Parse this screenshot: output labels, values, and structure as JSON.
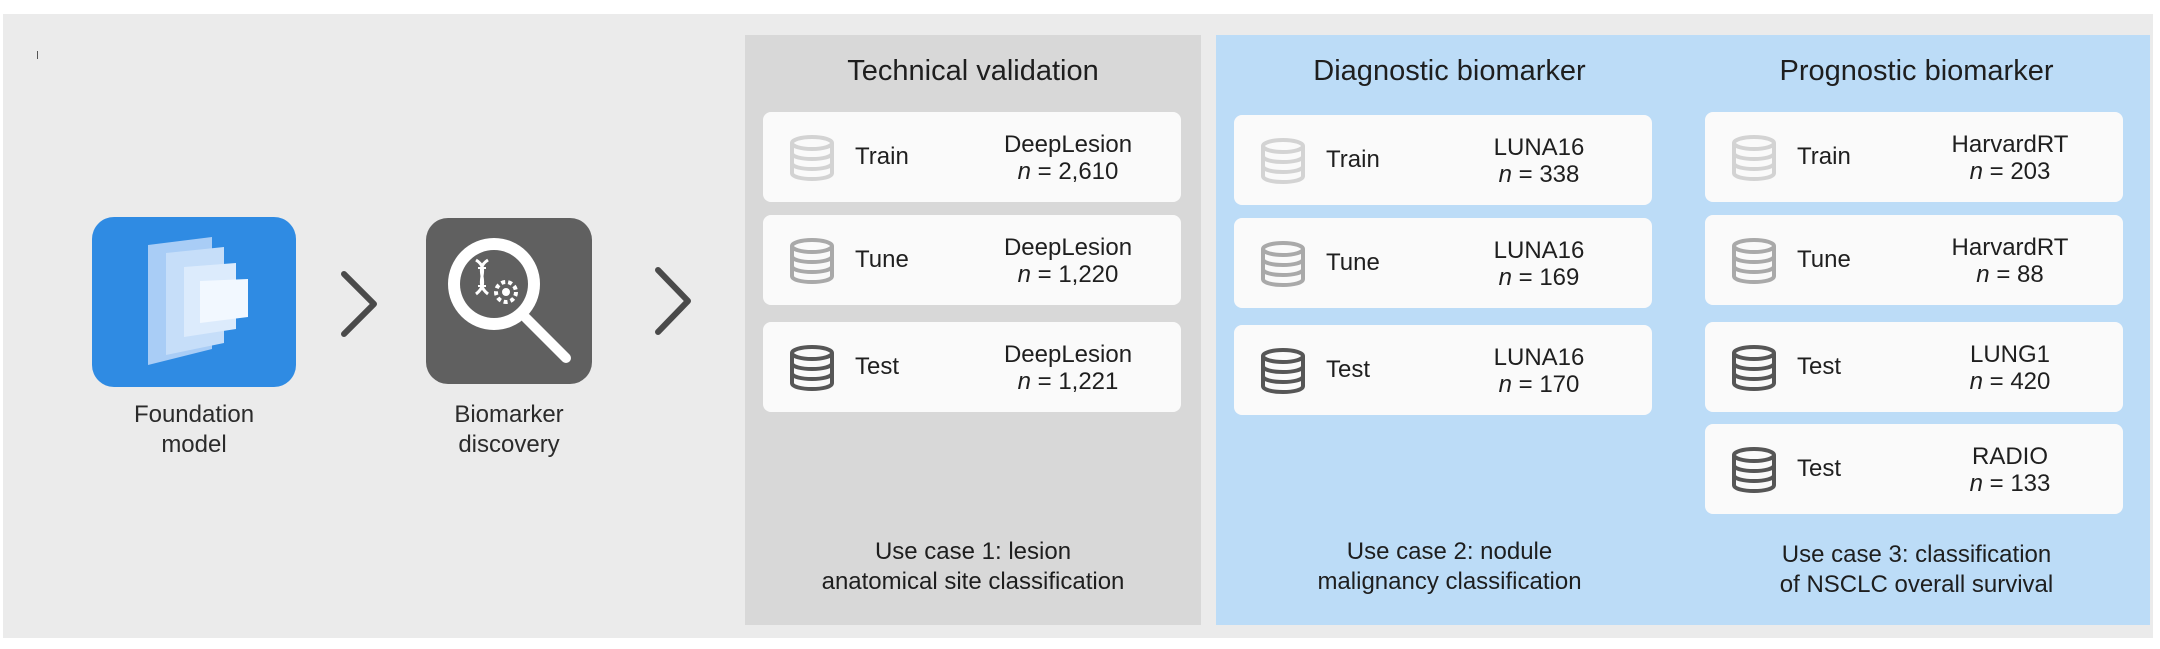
{
  "pipeline": {
    "foundation_model_label": [
      "Foundation",
      "model"
    ],
    "biomarker_discovery_label": [
      "Biomarker",
      "discovery"
    ]
  },
  "icons": {
    "foundation_model": "layered-slices-icon",
    "biomarker_discovery": "magnifier-dna-gear-icon",
    "dataset": "database-icon",
    "step": "chevron-right-icon"
  },
  "colors": {
    "foundation_model_bg": "#2f8be3",
    "biomarker_bg": "#606060",
    "technical_panel_bg": "#d8d8d8",
    "biomarker_panel_bg": "#bcdcf7",
    "train_icon": "#d3d3d3",
    "tune_icon": "#a9a9a9",
    "test_icon": "#565656"
  },
  "columns": [
    {
      "title": "Technical validation",
      "usecase": [
        "Use case 1: lesion",
        "anatomical site classification"
      ],
      "rows": [
        {
          "split": "Train",
          "dataset": "DeepLesion",
          "n_prefix": "n",
          "n_value": " = 2,610"
        },
        {
          "split": "Tune",
          "dataset": "DeepLesion",
          "n_prefix": "n",
          "n_value": " = 1,220"
        },
        {
          "split": "Test",
          "dataset": "DeepLesion",
          "n_prefix": "n",
          "n_value": " = 1,221"
        }
      ]
    },
    {
      "title": "Diagnostic biomarker",
      "usecase": [
        "Use case 2: nodule",
        "malignancy classification"
      ],
      "rows": [
        {
          "split": "Train",
          "dataset": "LUNA16",
          "n_prefix": "n",
          "n_value": " = 338"
        },
        {
          "split": "Tune",
          "dataset": "LUNA16",
          "n_prefix": "n",
          "n_value": " = 169"
        },
        {
          "split": "Test",
          "dataset": "LUNA16",
          "n_prefix": "n",
          "n_value": " = 170"
        }
      ]
    },
    {
      "title": "Prognostic biomarker",
      "usecase": [
        "Use case 3: classification",
        "of NSCLC overall survival"
      ],
      "rows": [
        {
          "split": "Train",
          "dataset": "HarvardRT",
          "n_prefix": "n",
          "n_value": " = 203"
        },
        {
          "split": "Tune",
          "dataset": "HarvardRT",
          "n_prefix": "n",
          "n_value": " = 88"
        },
        {
          "split": "Test",
          "dataset": "LUNG1",
          "n_prefix": "n",
          "n_value": " = 420"
        },
        {
          "split": "Test",
          "dataset": "RADIO",
          "n_prefix": "n",
          "n_value": " = 133"
        }
      ]
    }
  ]
}
